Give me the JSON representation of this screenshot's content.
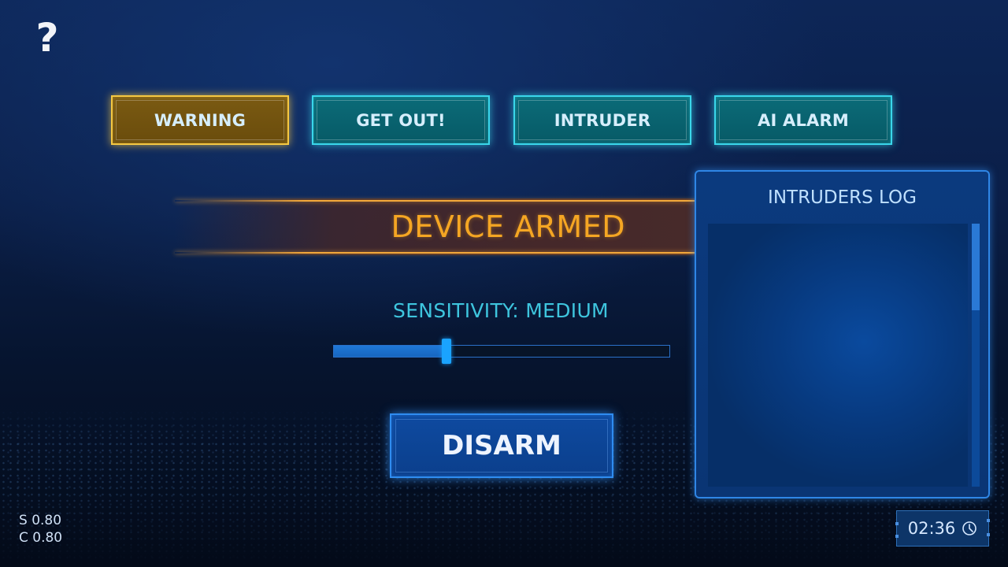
{
  "help": {
    "icon": "?"
  },
  "alarm_buttons": [
    {
      "label": "WARNING",
      "style": "gold",
      "color": "#f5c842"
    },
    {
      "label": "GET OUT!",
      "style": "teal",
      "color": "#3ad6ea"
    },
    {
      "label": "INTRUDER",
      "style": "teal",
      "color": "#3ad6ea"
    },
    {
      "label": "AI ALARM",
      "style": "teal",
      "color": "#3ad6ea"
    }
  ],
  "status": {
    "text": "DEVICE ARMED",
    "color": "#f5a623"
  },
  "sensitivity": {
    "label": "SENSITIVITY: MEDIUM",
    "value_percent": 33
  },
  "disarm": {
    "label": "DISARM"
  },
  "log": {
    "title": "INTRUDERS LOG",
    "entries": []
  },
  "stats": {
    "s": "S 0.80",
    "c": "C 0.80"
  },
  "timer": {
    "time": "02:36",
    "icon": "clock-icon"
  }
}
